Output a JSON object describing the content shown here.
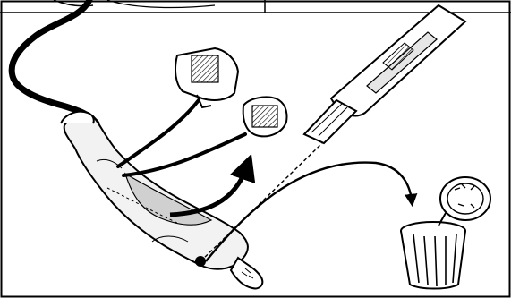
{
  "figure": {
    "kind": "instructional-illustration",
    "line_color": "#000000",
    "background": "#ffffff",
    "shading_color": "#cfcfcf",
    "elements": [
      {
        "name": "cable"
      },
      {
        "name": "plastic-bag"
      },
      {
        "name": "connector-a"
      },
      {
        "name": "connector-b"
      },
      {
        "name": "utility-knife"
      },
      {
        "name": "cut-line"
      },
      {
        "name": "remove-arrow"
      },
      {
        "name": "discard-arrow"
      },
      {
        "name": "trash-can"
      }
    ]
  }
}
